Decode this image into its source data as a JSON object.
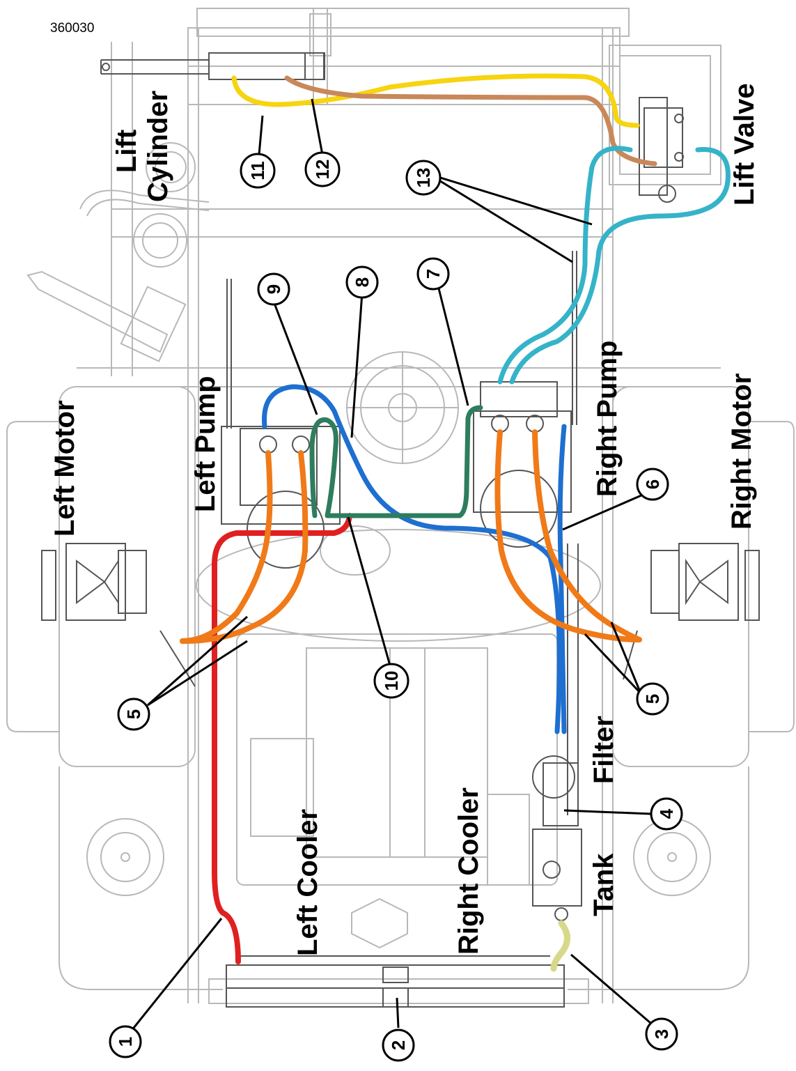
{
  "doc_id": "360030",
  "labels": {
    "lift_cylinder_1": "Lift",
    "lift_cylinder_2": "Cylinder",
    "lift_valve": "Lift Valve",
    "left_motor": "Left Motor",
    "left_pump": "Left Pump",
    "right_pump": "Right Pump",
    "right_motor": "Right Motor",
    "filter": "Filter",
    "tank": "Tank",
    "left_cooler": "Left Cooler",
    "right_cooler": "Right Cooler"
  },
  "callouts": {
    "c1": "1",
    "c2": "2",
    "c3": "3",
    "c4": "4",
    "c5a": "5",
    "c5b": "5",
    "c6": "6",
    "c7": "7",
    "c8": "8",
    "c9": "9",
    "c10": "10",
    "c11": "11",
    "c12": "12",
    "c13": "13"
  },
  "hose_colors": {
    "red": "#e02020",
    "orange": "#f07a18",
    "blue": "#1e6fd0",
    "green": "#2e7d5e",
    "teal": "#35b3c8",
    "yellow": "#f6d410",
    "tan": "#c8885a",
    "pale_yellow": "#d8d88a"
  }
}
